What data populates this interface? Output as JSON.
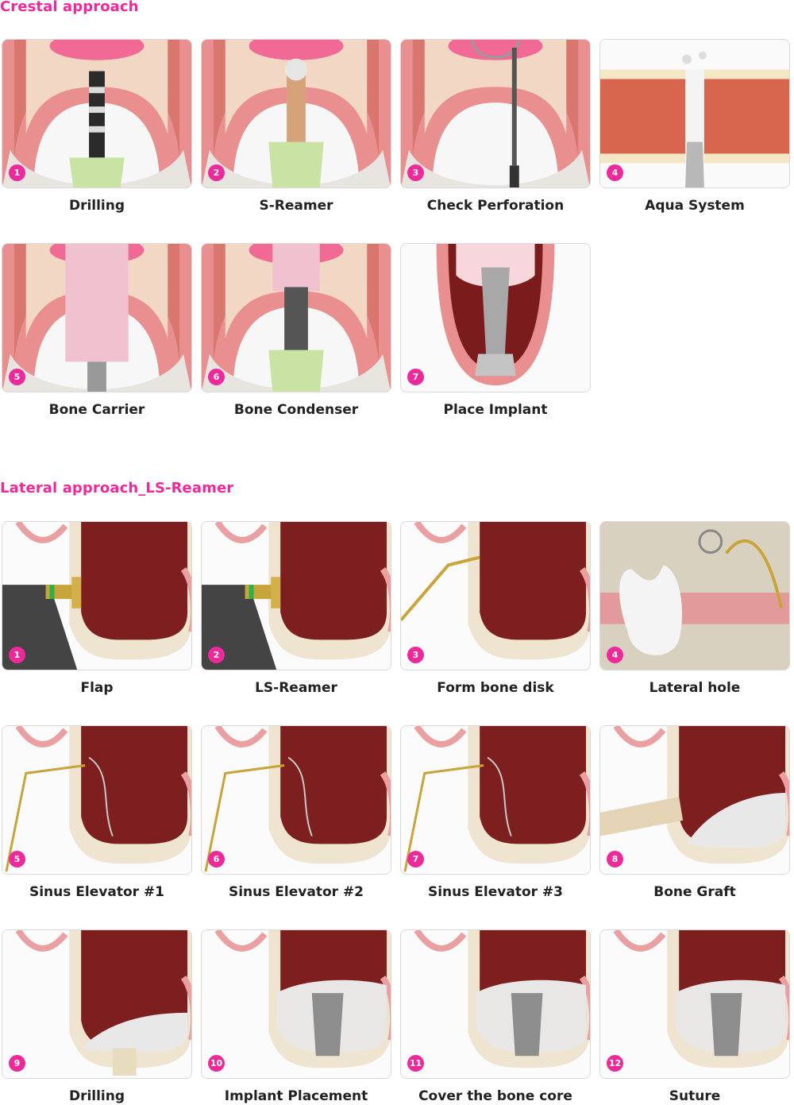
{
  "sections": [
    {
      "title": "Crestal approach",
      "steps": [
        {
          "number": "1",
          "label": "Drilling",
          "scene": "crestal-drill"
        },
        {
          "number": "2",
          "label": "S-Reamer",
          "scene": "crestal-reamer"
        },
        {
          "number": "3",
          "label": "Check Perforation",
          "scene": "crestal-check"
        },
        {
          "number": "4",
          "label": "Aqua System",
          "scene": "crestal-aqua"
        },
        {
          "number": "5",
          "label": "Bone Carrier",
          "scene": "crestal-carrier"
        },
        {
          "number": "6",
          "label": "Bone Condenser",
          "scene": "crestal-condenser"
        },
        {
          "number": "7",
          "label": "Place Implant",
          "scene": "crestal-implant"
        }
      ]
    },
    {
      "title": "Lateral approach_LS-Reamer",
      "steps": [
        {
          "number": "1",
          "label": "Flap",
          "scene": "lateral-handpiece"
        },
        {
          "number": "2",
          "label": "LS-Reamer",
          "scene": "lateral-handpiece"
        },
        {
          "number": "3",
          "label": "Form bone disk",
          "scene": "lateral-probe"
        },
        {
          "number": "4",
          "label": "Lateral hole",
          "scene": "lateral-tooth"
        },
        {
          "number": "5",
          "label": "Sinus Elevator #1",
          "scene": "lateral-elevator"
        },
        {
          "number": "6",
          "label": "Sinus Elevator #2",
          "scene": "lateral-elevator"
        },
        {
          "number": "7",
          "label": "Sinus Elevator #3",
          "scene": "lateral-elevator"
        },
        {
          "number": "8",
          "label": "Bone Graft",
          "scene": "lateral-graft"
        },
        {
          "number": "9",
          "label": "Drilling",
          "scene": "lateral-graft-drill"
        },
        {
          "number": "10",
          "label": "Implant Placement",
          "scene": "lateral-implant"
        },
        {
          "number": "11",
          "label": "Cover the bone core",
          "scene": "lateral-implant"
        },
        {
          "number": "12",
          "label": "Suture",
          "scene": "lateral-implant"
        }
      ]
    }
  ],
  "colors": {
    "accent": "#ee2a9b",
    "gum": "#e98f8f",
    "bone": "#f3ddc8",
    "sinus": "#7e1f1f",
    "instrument_gold": "#c9a43a",
    "guide_green": "#c9e3a5"
  }
}
